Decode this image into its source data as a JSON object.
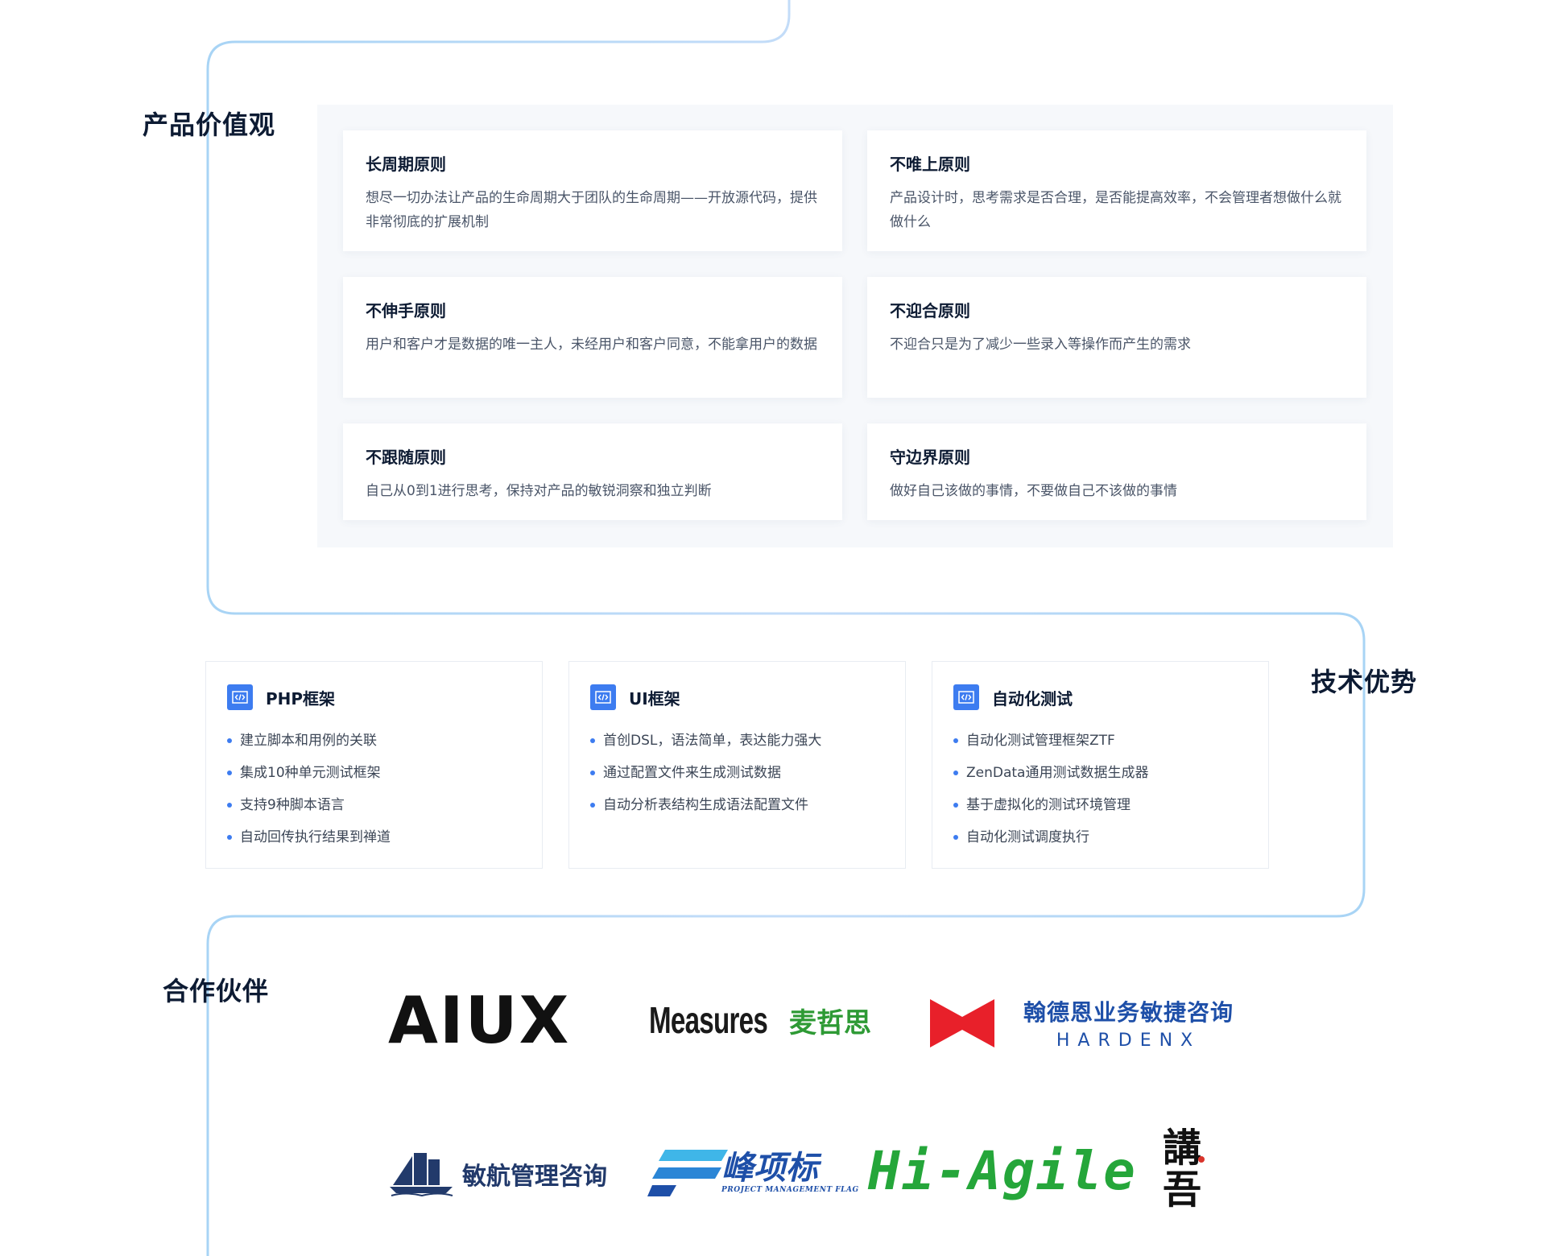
{
  "sections": {
    "values_title": "产品价值观",
    "tech_title": "技术优势",
    "partners_title": "合作伙伴"
  },
  "values": [
    {
      "title": "长周期原则",
      "desc": "想尽一切办法让产品的生命周期大于团队的生命周期——开放源代码，提供非常彻底的扩展机制"
    },
    {
      "title": "不唯上原则",
      "desc": "产品设计时，思考需求是否合理，是否能提高效率，不会管理者想做什么就做什么"
    },
    {
      "title": "不伸手原则",
      "desc": "用户和客户才是数据的唯一主人，未经用户和客户同意，不能拿用户的数据"
    },
    {
      "title": "不迎合原则",
      "desc": "不迎合只是为了减少一些录入等操作而产生的需求"
    },
    {
      "title": "不跟随原则",
      "desc": "自己从0到1进行思考，保持对产品的敏锐洞察和独立判断"
    },
    {
      "title": "守边界原则",
      "desc": "做好自己该做的事情，不要做自己不该做的事情"
    }
  ],
  "tech": [
    {
      "title": "PHP框架",
      "icon": "code-icon",
      "items": [
        "建立脚本和用例的关联",
        "集成10种单元测试框架",
        "支持9种脚本语言",
        "自动回传执行结果到禅道"
      ]
    },
    {
      "title": "UI框架",
      "icon": "code-icon",
      "items": [
        "首创DSL，语法简单，表达能力强大",
        "通过配置文件来生成测试数据",
        "自动分析表结构生成语法配置文件"
      ]
    },
    {
      "title": "自动化测试",
      "icon": "code-icon",
      "items": [
        "自动化测试管理框架ZTF",
        "ZenData通用测试数据生成器",
        "基于虚拟化的测试环境管理",
        "自动化测试调度执行"
      ]
    }
  ],
  "partners": {
    "aiux": "AIUX",
    "measures_en": "Measures",
    "measures_cn": "麦哲思",
    "hardenx_cn": "翰德恩业务敏捷咨询",
    "hardenx_en": "HARDENX",
    "minhang": "敏航管理咨询",
    "fengxiang_cn": "峰项标",
    "fengxiang_en": "PROJECT MANAGEMENT FLAG",
    "hiagile": "Hi-Agile",
    "jiangwu_1": "講",
    "jiangwu_2": "吾"
  },
  "colors": {
    "accent": "#3d7cf0",
    "flow_line": "#bcd8f7",
    "title": "#0d1b33",
    "hiagile_green": "#25a63a",
    "fengxiang_blue": "#1e4fa8",
    "hardenx_red": "#e8202a"
  }
}
